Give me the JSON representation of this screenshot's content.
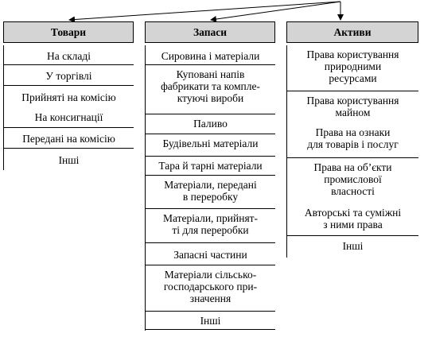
{
  "colors": {
    "header_bg": "#d4d4d4",
    "lines": "#000000",
    "background": "#ffffff"
  },
  "columns": [
    {
      "title": "Товари",
      "items": [
        "На складі",
        "У торгівлі",
        "Прийняті на комісію",
        "На консигнації",
        "Передані на комісію",
        "Інші"
      ]
    },
    {
      "title": "Запаси",
      "items": [
        "Сировина і матеріали",
        "Куповані напів\nфабрикати та компле-\nктуючі вироби",
        "Паливо",
        "Будівельні матеріали",
        "Тара й тарні матеріали",
        "Матеріали, передані\nв переробку",
        "Матеріали, прийнят-\nті для переробки",
        "Запасні частини",
        "Матеріали сільсько-\nгосподарського при-\nзначення",
        "Інші"
      ]
    },
    {
      "title": "Активи",
      "items": [
        "Права користування\nприродними\nресурсами",
        "Права користування\nмайном",
        "Права на ознаки\nдля товарів і послуг",
        "Права на об’єкти\nпромислової\nвласності",
        "Авторські та суміжні\nз ними права",
        "Інші"
      ]
    }
  ]
}
